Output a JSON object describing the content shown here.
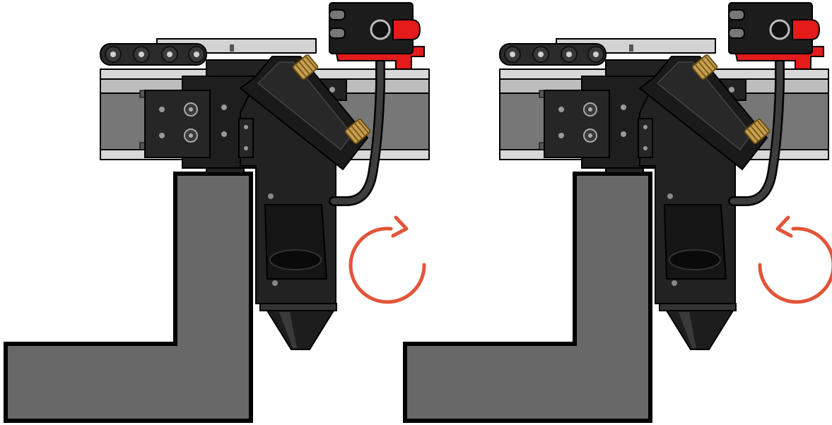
{
  "figure": {
    "panels": [
      {
        "id": "left",
        "rotation_direction": "clockwise"
      },
      {
        "id": "right",
        "rotation_direction": "counterclockwise"
      }
    ],
    "colors": {
      "background": "#ffffff",
      "outline": "#000000",
      "bracket_fill": "#686868",
      "rail_light": "#d3d3d3",
      "rail_dark": "#777777",
      "head_body": "#222222",
      "head_body_dark": "#1a1a1a",
      "chain": "#2a2a2a",
      "brass": "#c9a050",
      "connector_red": "#e31b1b",
      "hose": "#2c2c2c",
      "arrow": "#e2553a"
    },
    "icons": [
      "laser-head",
      "air-assist-connector",
      "brass-thumb-screw",
      "rotation-arrow"
    ]
  }
}
